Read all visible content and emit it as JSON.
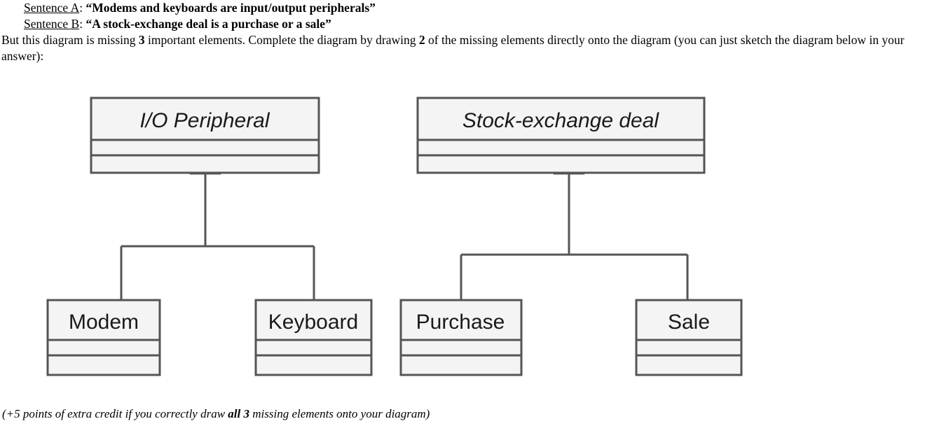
{
  "question": {
    "sentences": [
      {
        "label": "Sentence A",
        "separator": ":",
        "quote": "“Modems and keyboards are input/output peripherals”"
      },
      {
        "label": "Sentence B",
        "separator": ":",
        "quote": "“A stock-exchange deal is a purchase or a sale”"
      }
    ],
    "instruction": {
      "part1": "But this diagram is missing ",
      "missing_count": "3",
      "part2": " important elements. Complete the diagram by drawing ",
      "draw_count": "2",
      "part3": " of the missing elements directly onto the diagram (you can just sketch the diagram below in your answer):"
    }
  },
  "footer": {
    "part1": "(+5 points of extra credit if you correctly draw ",
    "emphasis": "all 3",
    "part2": " missing elements onto your diagram)"
  },
  "diagram": {
    "type": "uml-class-diagram",
    "relationship": "generalization",
    "colors": {
      "box_fill": "#f4f4f4",
      "box_border": "#555555",
      "line": "#555555",
      "text": "#1a1a1a",
      "background": "#ffffff"
    },
    "classes": [
      {
        "id": "io-peripheral",
        "name": "I/O Peripheral",
        "abstract": true,
        "compartments": 3
      },
      {
        "id": "stock-exchange-deal",
        "name": "Stock-exchange deal",
        "abstract": true,
        "compartments": 3
      },
      {
        "id": "modem",
        "name": "Modem",
        "abstract": false,
        "compartments": 3
      },
      {
        "id": "keyboard",
        "name": "Keyboard",
        "abstract": false,
        "compartments": 3
      },
      {
        "id": "purchase",
        "name": "Purchase",
        "abstract": false,
        "compartments": 3
      },
      {
        "id": "sale",
        "name": "Sale",
        "abstract": false,
        "compartments": 3
      }
    ],
    "generalizations": [
      {
        "from": "modem",
        "to": "io-peripheral"
      },
      {
        "from": "keyboard",
        "to": "io-peripheral"
      },
      {
        "from": "purchase",
        "to": "stock-exchange-deal"
      },
      {
        "from": "sale",
        "to": "stock-exchange-deal"
      }
    ]
  }
}
